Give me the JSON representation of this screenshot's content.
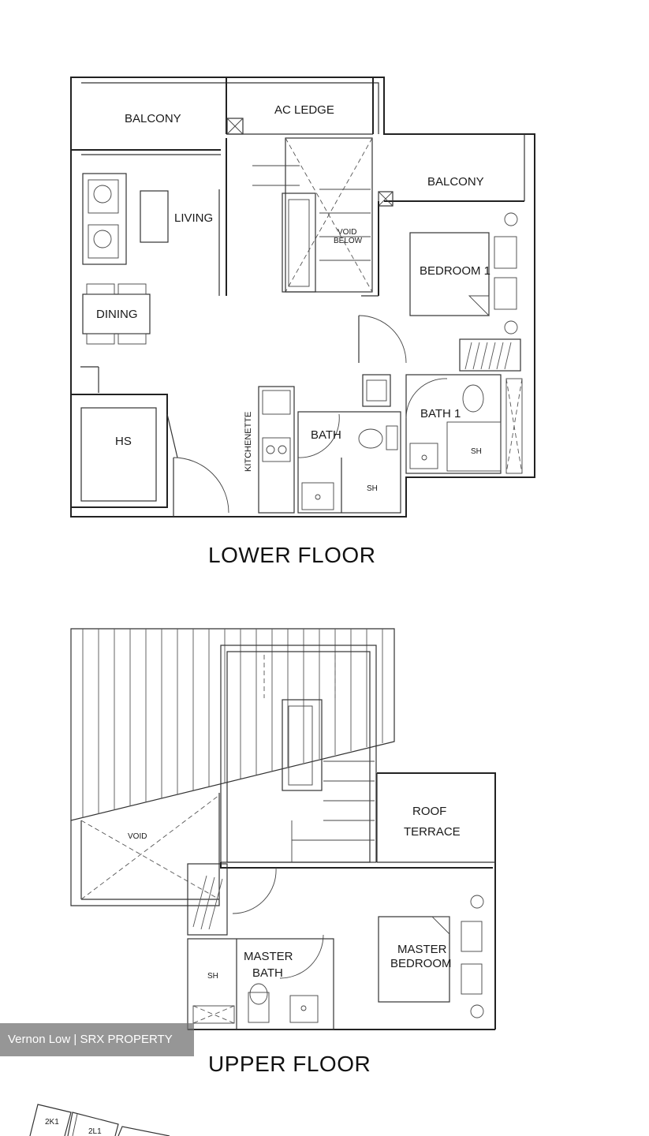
{
  "lower_floor": {
    "title": "LOWER FLOOR",
    "rooms": {
      "balcony_left": "BALCONY",
      "ac_ledge": "AC LEDGE",
      "balcony_right": "BALCONY",
      "living": "LIVING",
      "void_below_1": "VOID",
      "void_below_2": "BELOW",
      "bedroom_1": "BEDROOM 1",
      "dining": "DINING",
      "hs": "HS",
      "kitchenette": "KITCHENETTE",
      "bath": "BATH",
      "bath_1": "BATH 1",
      "sh_bath": "SH",
      "sh_bath_1": "SH"
    }
  },
  "upper_floor": {
    "title": "UPPER FLOOR",
    "rooms": {
      "void": "VOID",
      "roof_terrace_1": "ROOF",
      "roof_terrace_2": "TERRACE",
      "master_bath_1": "MASTER",
      "master_bath_2": "BATH",
      "master_bedroom_1": "MASTER",
      "master_bedroom_2": "BEDROOM",
      "sh": "SH"
    }
  },
  "watermark": "Vernon Low | SRX PROPERTY",
  "site_plan": {
    "unit_a": "2K1",
    "unit_b": "2L1"
  }
}
